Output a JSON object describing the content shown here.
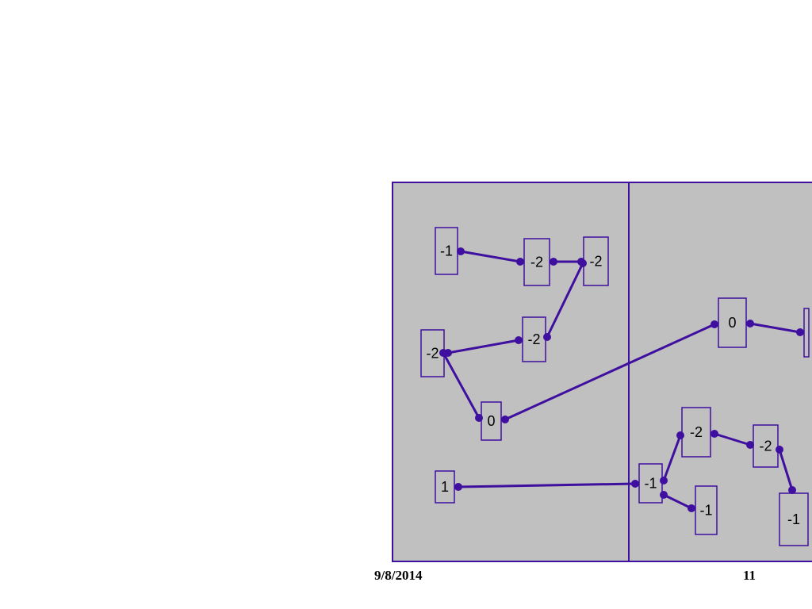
{
  "colors": {
    "panel_fill": "#c0c0c0",
    "stroke": "#3f0f9f"
  },
  "footer": {
    "date": "9/8/2014",
    "page_number": "11"
  },
  "diagram": {
    "nodes": [
      {
        "id": "n1",
        "label": "-1"
      },
      {
        "id": "n2",
        "label": "-2"
      },
      {
        "id": "n3",
        "label": "-2"
      },
      {
        "id": "n4",
        "label": "-2"
      },
      {
        "id": "n5",
        "label": "-2"
      },
      {
        "id": "n6",
        "label": "0"
      },
      {
        "id": "n7",
        "label": "1"
      },
      {
        "id": "n8",
        "label": "0"
      },
      {
        "id": "n9",
        "label": ""
      },
      {
        "id": "n10",
        "label": "-2"
      },
      {
        "id": "n11",
        "label": "-2"
      },
      {
        "id": "n12",
        "label": "-1"
      },
      {
        "id": "n13",
        "label": "-1"
      },
      {
        "id": "n14",
        "label": "-1"
      }
    ],
    "edges": [
      [
        "n1",
        "n2"
      ],
      [
        "n2",
        "n3"
      ],
      [
        "n3",
        "n5"
      ],
      [
        "n5",
        "n4"
      ],
      [
        "n4",
        "n6"
      ],
      [
        "n6",
        "n8"
      ],
      [
        "n8",
        "n9"
      ],
      [
        "n7",
        "n12"
      ],
      [
        "n12",
        "n10"
      ],
      [
        "n10",
        "n11"
      ],
      [
        "n11",
        "n14"
      ],
      [
        "n12",
        "n13"
      ]
    ]
  }
}
